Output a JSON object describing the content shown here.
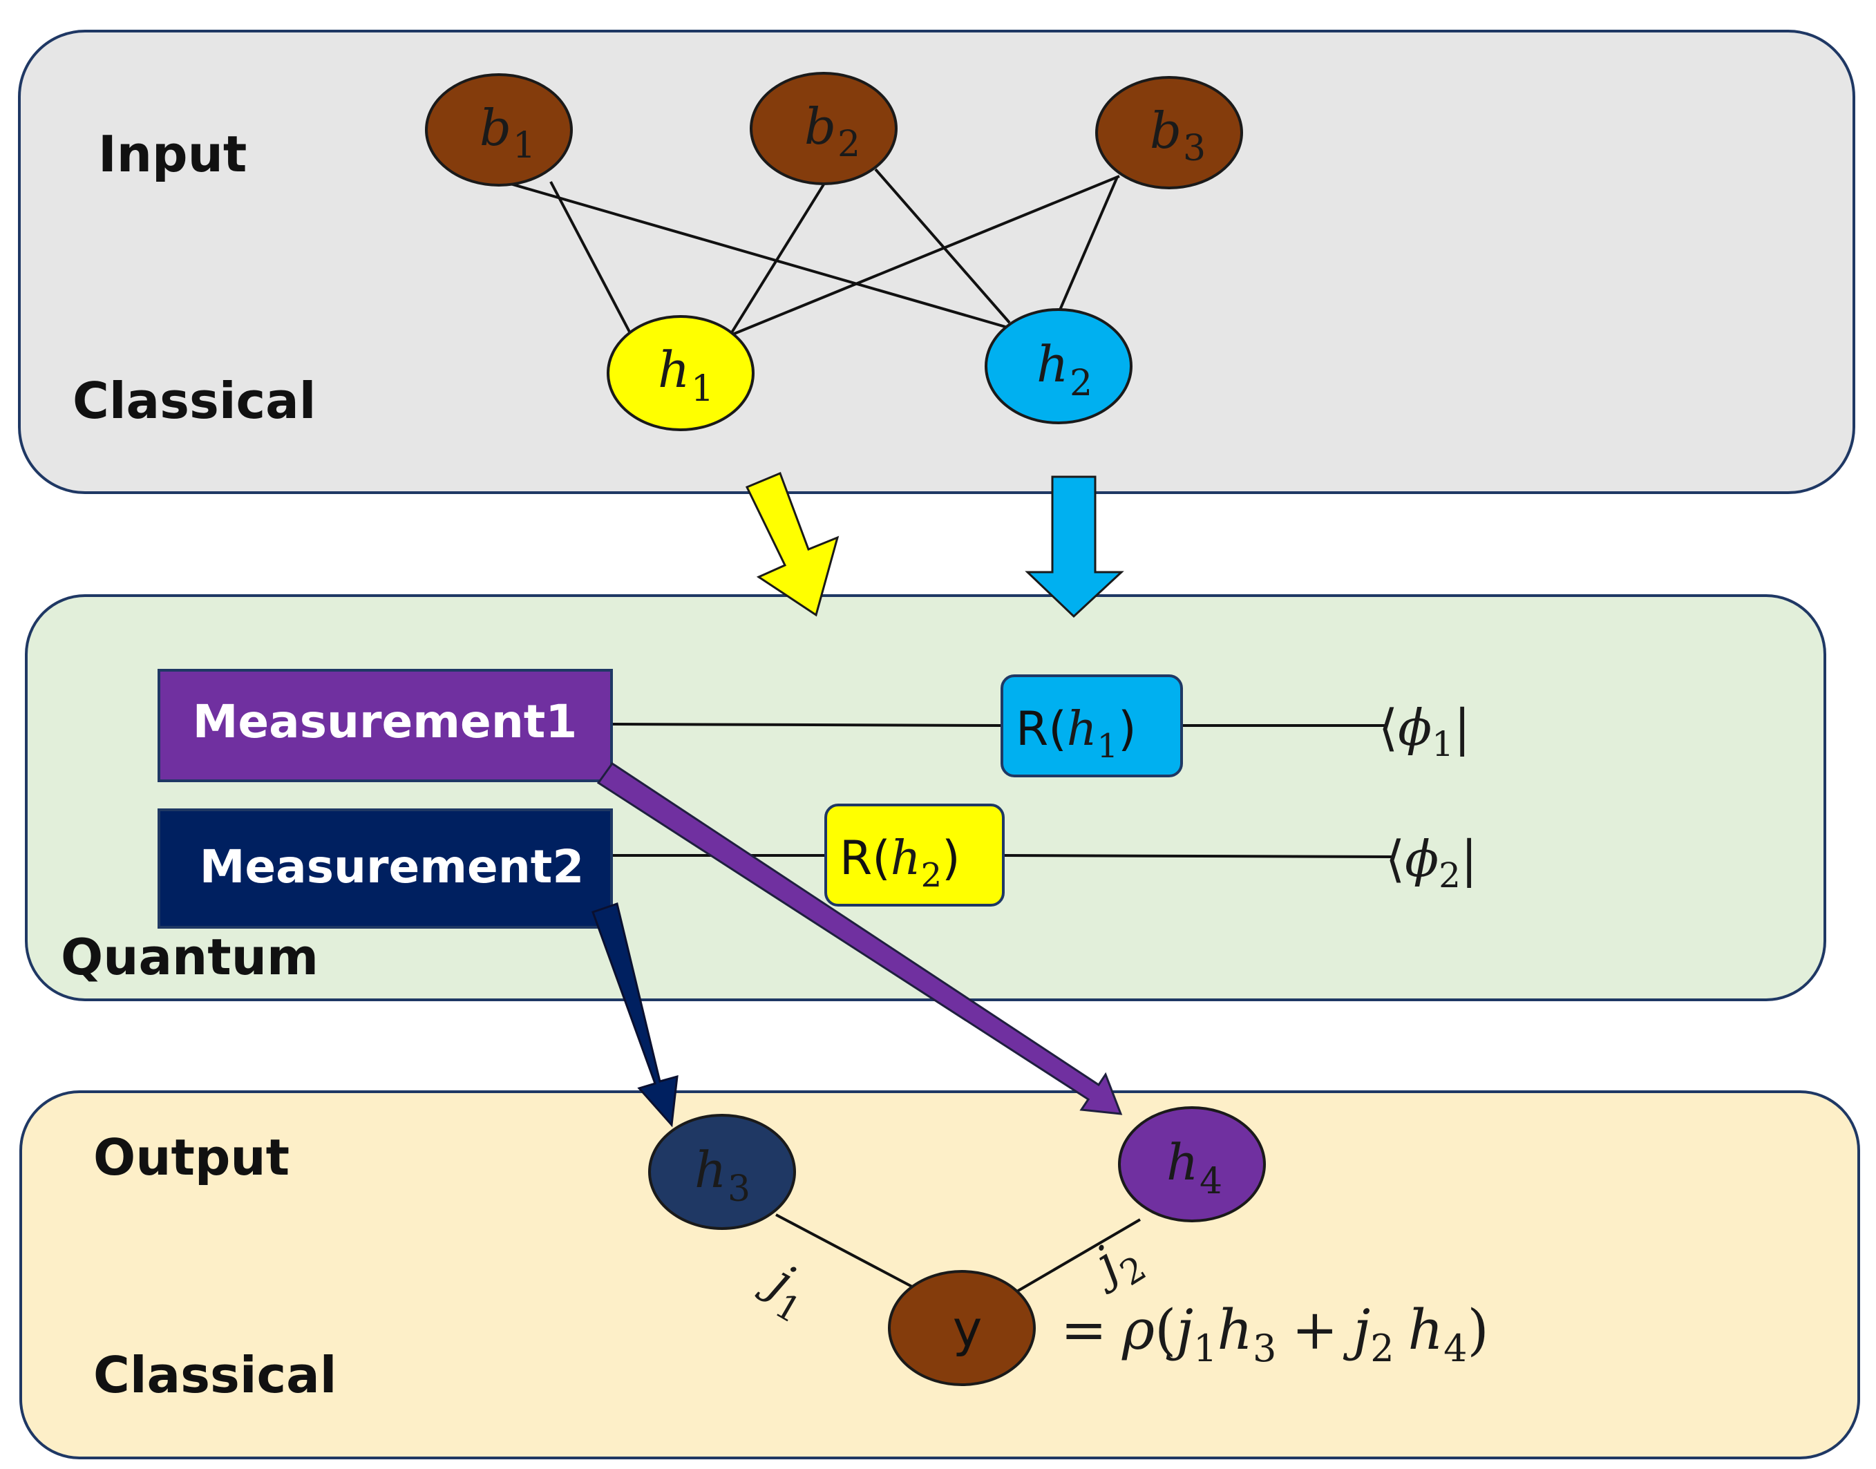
{
  "panels": {
    "input": {
      "label_top": "Input",
      "label_bottom": "Classical",
      "fill": "#e6e6e6"
    },
    "quantum": {
      "label": "Quantum",
      "fill": "#e2efda"
    },
    "output": {
      "label_top": "Output",
      "label_bottom": "Classical",
      "fill": "#fdefc8"
    }
  },
  "nodes": {
    "b1": {
      "base": "b",
      "sub": "1",
      "color": "#843c0c"
    },
    "b2": {
      "base": "b",
      "sub": "2",
      "color": "#843c0c"
    },
    "b3": {
      "base": "b",
      "sub": "3",
      "color": "#843c0c"
    },
    "h1": {
      "base": "h",
      "sub": "1",
      "color": "#ffff00"
    },
    "h2": {
      "base": "h",
      "sub": "2",
      "color": "#00b0f0"
    },
    "h3": {
      "base": "h",
      "sub": "3",
      "color": "#1f3864"
    },
    "h4": {
      "base": "h",
      "sub": "4",
      "color": "#7030a0"
    },
    "y": {
      "label": "y",
      "color": "#843c0c"
    }
  },
  "edges": [
    [
      "b1",
      "h1"
    ],
    [
      "b1",
      "h2"
    ],
    [
      "b2",
      "h1"
    ],
    [
      "b2",
      "h2"
    ],
    [
      "b3",
      "h1"
    ],
    [
      "b3",
      "h2"
    ],
    [
      "h3",
      "y"
    ],
    [
      "h4",
      "y"
    ]
  ],
  "quantum_circuit": {
    "measurement1": {
      "label": "Measurement1",
      "color": "#7030a0"
    },
    "measurement2": {
      "label": "Measurement2",
      "color": "#002060"
    },
    "gate1": {
      "prefix": "R(",
      "var": "h",
      "sub": "1",
      "suffix": ")",
      "color": "#00b0f0"
    },
    "gate2": {
      "prefix": "R(",
      "var": "h",
      "sub": "2",
      "suffix": ")",
      "color": "#ffff00"
    },
    "bra1": {
      "open": "⟨",
      "var": "ϕ",
      "sub": "1",
      "close": "|"
    },
    "bra2": {
      "open": "⟨",
      "var": "ϕ",
      "sub": "2",
      "close": "|"
    }
  },
  "weights": {
    "j1": {
      "base": "j",
      "sub": "1"
    },
    "j2": {
      "base": "j",
      "sub": "2"
    }
  },
  "formula": {
    "eq": "=",
    "rho": "ρ",
    "open": "(",
    "t1_j": "j",
    "t1_j_sub": "1",
    "t1_h": "h",
    "t1_h_sub": "3",
    "plus": "+",
    "t2_j": "j",
    "t2_j_sub": "2",
    "t2_h": "h",
    "t2_h_sub": "4",
    "close": ")"
  },
  "arrows": {
    "h1_to_quantum": "#ffff00",
    "h2_to_quantum": "#00b0f0",
    "m2_to_h3": "#002060",
    "m1_to_h4": "#7030a0"
  }
}
